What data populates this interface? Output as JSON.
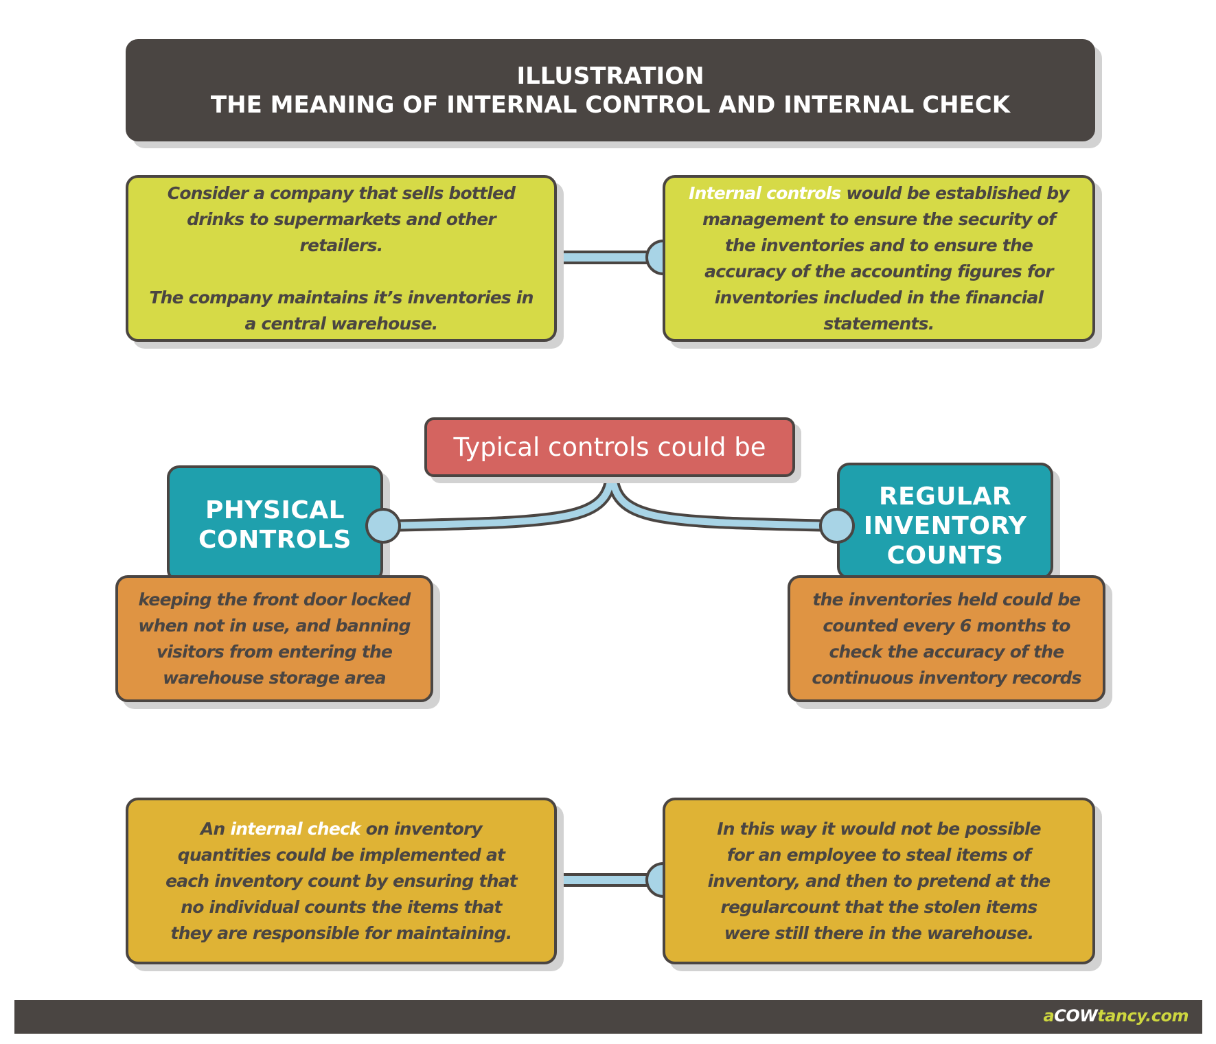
{
  "title": {
    "line1": "ILLUSTRATION",
    "line2": "THE MEANING OF INTERNAL CONTROL AND INTERNAL CHECK"
  },
  "scenario": {
    "para1": "Consider a company that sells bottled drinks to supermarkets and other retailers.",
    "para2": "The company maintains it’s inventories in a central warehouse."
  },
  "internal_controls": {
    "highlight": "Internal controls",
    "rest": " would be established by management to ensure the security of the inventories and to ensure the accuracy of the accounting figures for inventories included in the financial statements."
  },
  "typical": {
    "label": "Typical controls could be"
  },
  "physical": {
    "line1": "PHYSICAL",
    "line2": "CONTROLS",
    "description": "keeping the front door locked when not in use, and banning visitors from entering the warehouse storage area"
  },
  "regular": {
    "line1": "REGULAR",
    "line2": "INVENTORY",
    "line3": "COUNTS",
    "description": "the inventories held could be counted every 6 months to check the accuracy of the continuous inventory records"
  },
  "internal_check": {
    "prefix": "An ",
    "highlight": "internal check",
    "rest": " on inventory quantities could be implemented at each inventory count by ensuring that no individual counts the items that they are responsible for maintaining."
  },
  "outcome": {
    "text": "In this way it would not be possible for an employee to steal items of inventory, and then to pretend at the regularcount that the stolen items were still there in the warehouse."
  },
  "footer": {
    "brand_a": "a",
    "brand_cow": "COW",
    "brand_rest": "tancy.com"
  },
  "colors": {
    "dark": "#4a4542",
    "green": "#d6da47",
    "gold": "#dfb335",
    "orange": "#df9443",
    "teal": "#1fa0ad",
    "red": "#d46460",
    "connector": "#a8d4e6"
  }
}
